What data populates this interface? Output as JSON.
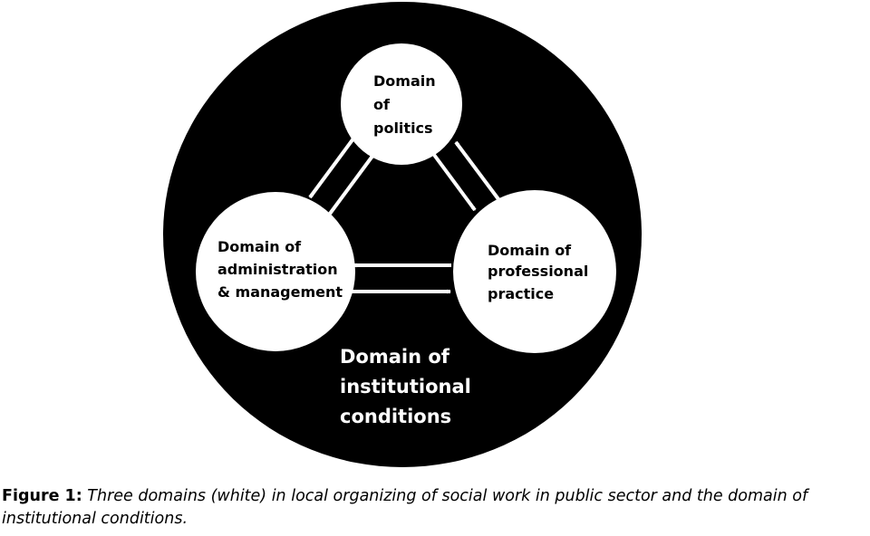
{
  "diagram": {
    "nodes": {
      "politics": [
        "Domain",
        "of",
        "politics"
      ],
      "administration": [
        "Domain of",
        "administration",
        "& management"
      ],
      "professional": [
        "Domain of",
        "professional",
        "practice"
      ]
    },
    "outer": [
      "Domain of",
      "institutional",
      "conditions"
    ]
  },
  "caption": {
    "lead": "Figure 1:",
    "text": "Three domains (white) in local organizing of social work in public sector and the domain of institutional conditions."
  }
}
